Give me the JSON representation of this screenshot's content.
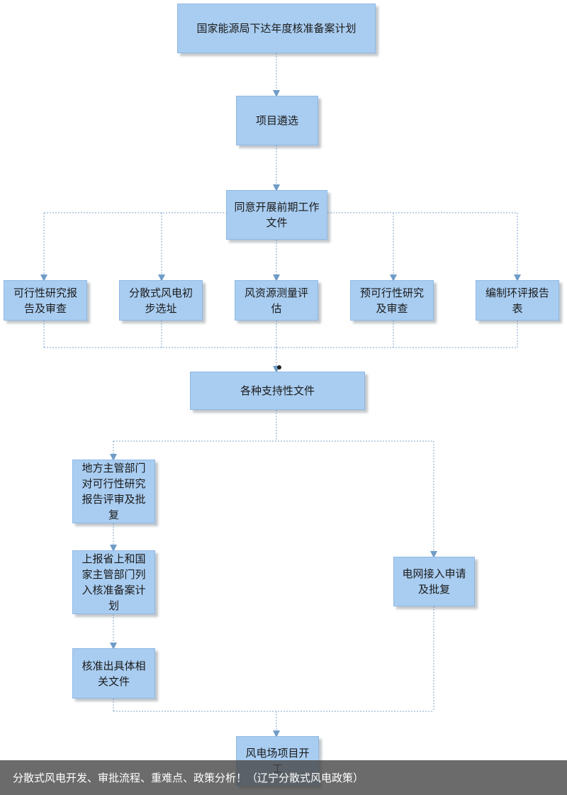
{
  "nodes": {
    "n1": "国家能源局下达年度核准备案计划",
    "n2": "项目遴选",
    "n3": "同意开展前期工作文件",
    "n4a": "可行性研究报告及审查",
    "n4b": "分散式风电初步选址",
    "n4c": "风资源测量评估",
    "n4d": "预可行性研究及审查",
    "n4e": "编制环评报告表",
    "n5": "各种支持性文件",
    "n6": "地方主管部门对可行性研究报告评审及批复",
    "n7": "上报省上和国家主管部门列入核准备案计划",
    "n8": "核准出具体相关文件",
    "n9": "电网接入申请及批复",
    "n10": "风电场项目开工"
  },
  "caption": "分散式风电开发、审批流程、重难点、政策分析！（辽宁分散式风电政策）",
  "colors": {
    "node_fill": "#a9cdf1",
    "node_border": "#8fb8e3",
    "connector": "#7ea6cc",
    "arrow": "#6f9cc7"
  }
}
